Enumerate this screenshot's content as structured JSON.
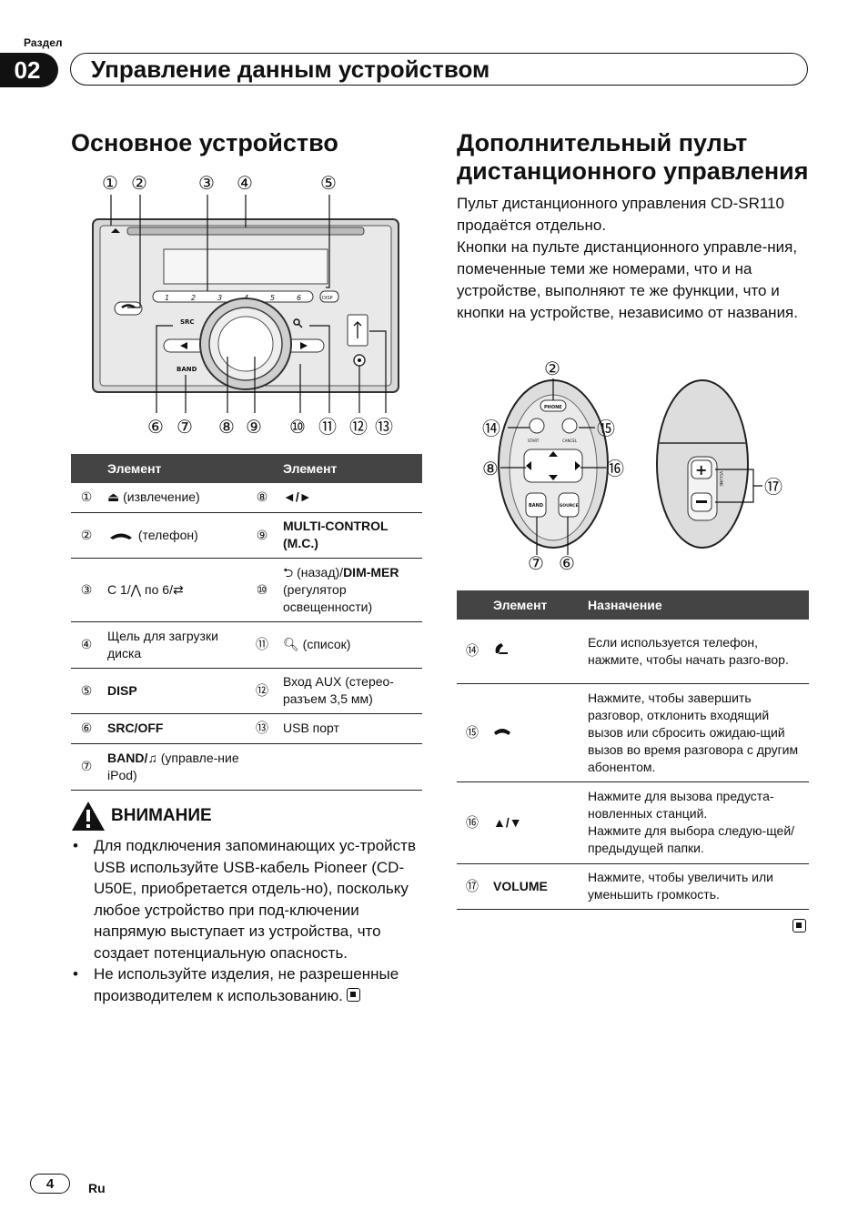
{
  "header": {
    "section_label": "Раздел",
    "section_number": "02",
    "chapter_title": "Управление данным устройством"
  },
  "left": {
    "heading": "Основное устройство",
    "callouts_top": [
      "①",
      "②",
      "③",
      "④",
      "⑤"
    ],
    "callouts_bottom": [
      "⑥",
      "⑦",
      "⑧",
      "⑨",
      "⑩",
      "⑪",
      "⑫",
      "⑬"
    ],
    "unit_labels": {
      "presets": [
        "1",
        "2",
        "3",
        "4",
        "5",
        "6"
      ],
      "disp": "DISP",
      "src": "SRC",
      "band": "BAND"
    },
    "table": {
      "headers": [
        "Элемент",
        "Элемент"
      ],
      "rows": [
        {
          "n1": "①",
          "t1": "(извлечение)",
          "n2": "⑧",
          "t2": "◄/►"
        },
        {
          "n1": "②",
          "t1": "(телефон)",
          "n2": "⑨",
          "t2": "MULTI-CONTROL (M.C.)"
        },
        {
          "n1": "③",
          "t1": "С 1/⋀ по 6/⇄",
          "n2": "⑩",
          "t2_b1": "(назад)/",
          "t2_b2": "DIM-MER",
          "t2_rest": " (регулятор освещенности)"
        },
        {
          "n1": "④",
          "t1": "Щель для загрузки диска",
          "n2": "⑪",
          "t2": "(список)"
        },
        {
          "n1": "⑤",
          "t1": "DISP",
          "n2": "⑫",
          "t2": "Вход AUX (стерео-разъем 3,5 мм)"
        },
        {
          "n1": "⑥",
          "t1": "SRC/OFF",
          "n2": "⑬",
          "t2": "USB порт"
        },
        {
          "n1": "⑦",
          "t1_b": "BAND/",
          "t1_rest": " (управле-ние iPod)",
          "n2": "",
          "t2": ""
        }
      ]
    },
    "warning": {
      "title": "ВНИМАНИЕ",
      "items": [
        "Для подключения запоминающих ус-тройств USB используйте USB-кабель Pioneer (CD-U50E, приобретается отдель-но), поскольку любое устройство при под-ключении напрямую выступает из устройства, что создает потенциальную опасность.",
        "Не используйте изделия, не разрешенные производителем к использованию."
      ]
    }
  },
  "right": {
    "heading_line1": "Дополнительный пульт",
    "heading_line2": "дистанционного управления",
    "intro": "Пульт дистанционного управления CD-SR110 продаётся отдельно.\nКнопки на пульте дистанционного управле-ния, помеченные теми же номерами, что и на устройстве, выполняют те же функции, что и кнопки на устройстве, независимо от названия.",
    "remote_callouts": [
      "②",
      "⑭",
      "⑮",
      "⑧",
      "⑯",
      "⑦",
      "⑥",
      "⑰"
    ],
    "remote_labels": {
      "phone": "PHONE",
      "start": "START",
      "cancel": "CANCEL",
      "band": "BAND",
      "source": "SOURCE",
      "volume": "VOLUME"
    },
    "table": {
      "headers": [
        "Элемент",
        "Назначение"
      ],
      "rows": [
        {
          "n": "⑭",
          "item": "",
          "desc": "Если используется телефон, нажмите, чтобы начать разго-вор."
        },
        {
          "n": "⑮",
          "item": "",
          "desc": "Нажмите, чтобы завершить разговор, отклонить входящий вызов или сбросить ожидаю-щий вызов во время разговора с другим абонентом."
        },
        {
          "n": "⑯",
          "item": "▲/▼",
          "desc": "Нажмите для вызова предуста-новленных станций.\nНажмите для выбора следую-щей/предыдущей папки."
        },
        {
          "n": "⑰",
          "item": "VOLUME",
          "desc": "Нажмите, чтобы увеличить или уменьшить громкость."
        }
      ]
    }
  },
  "footer": {
    "page_number": "4",
    "language": "Ru"
  }
}
